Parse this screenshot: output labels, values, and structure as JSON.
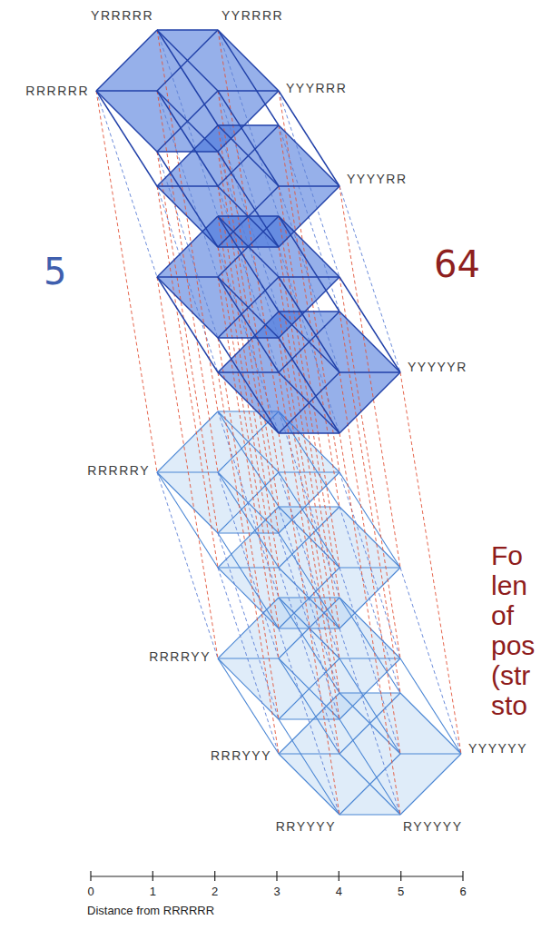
{
  "diagram": {
    "labels": [
      "YRRRRR",
      "YYRRRR",
      "RRRRRR",
      "YYYRRR",
      "YYYYRR",
      "5",
      "64",
      "YYYYYR",
      "Fo",
      "len",
      "of",
      "pos",
      "(str",
      "sto",
      "RRRRRY",
      "RRRRYY",
      "RRRYYY",
      "YYYYYY",
      "RRYYYY",
      "RYYYYY",
      "0",
      "1",
      "2",
      "3",
      "4",
      "5",
      "6",
      "Distance from RRRRRR"
    ]
  }
}
